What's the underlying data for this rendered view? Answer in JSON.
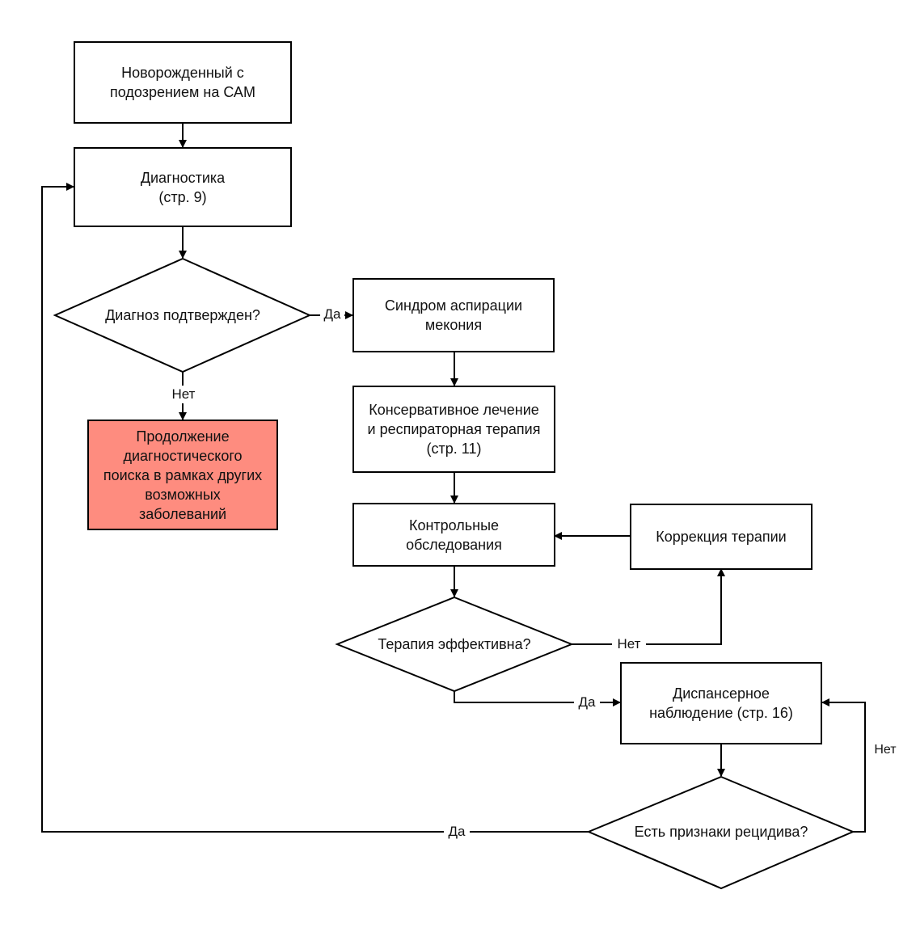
{
  "diagram": {
    "nodes": {
      "newborn": "Новорожденный с\nподозрением на САМ",
      "diagnostics": "Диагностика\n(стр. 9)",
      "diagnosis_confirmed": "Диагноз подтвержден?",
      "continue_search": "Продолжение\nдиагностического\nпоиска в рамках других\nвозможных\nзаболеваний",
      "mas_syndrome": "Синдром аспирации\nмекония",
      "conservative_treatment": "Консервативное лечение\nи респираторная терапия\n(стр. 11)",
      "control_exams": "Контрольные\nобследования",
      "therapy_correction": "Коррекция терапии",
      "therapy_effective": "Терапия эффективна?",
      "dispensary": "Диспансерное\nнаблюдение (стр. 16)",
      "relapse_signs": "Есть признаки рецидива?"
    },
    "edge_labels": {
      "confirmed_yes": "Да",
      "confirmed_no": "Нет",
      "effective_no": "Нет",
      "effective_yes": "Да",
      "relapse_no": "Нет",
      "relapse_yes": "Да"
    },
    "colors": {
      "line": "#000000",
      "highlight_fill": "#fe8c7f"
    }
  }
}
